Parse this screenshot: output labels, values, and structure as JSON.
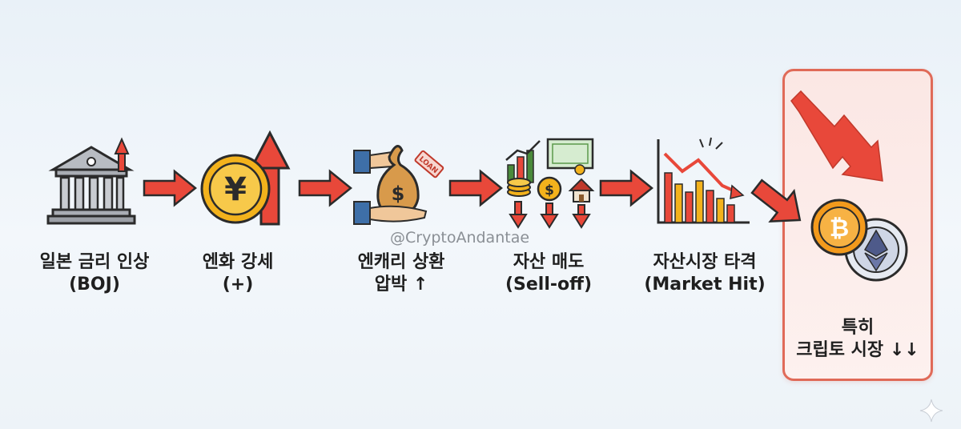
{
  "watermark": "@CryptoAndantae",
  "steps": [
    {
      "line1": "일본 금리 인상",
      "line2": "(BOJ)",
      "icon": "bank-building-icon"
    },
    {
      "line1": "엔화 강세",
      "line2": "(+)",
      "icon": "yen-coin-icon"
    },
    {
      "line1": "엔캐리 상환",
      "line2": "압박 ↑",
      "icon": "money-bag-loan-icon",
      "tag": "LOAN"
    },
    {
      "line1": "자산 매도",
      "line2": "(Sell-off)",
      "icon": "asset-selloff-icon"
    },
    {
      "line1": "자산시장 타격",
      "line2": "(Market Hit)",
      "icon": "falling-chart-icon"
    },
    {
      "line1": "특히",
      "line2": "크립토 시장 ↓↓",
      "icon": "crypto-coins-icon"
    }
  ],
  "colors": {
    "arrow_red": "#e8483a",
    "highlight_border": "#e06a58",
    "coin_gold": "#f3b21c",
    "text": "#1f1f1f"
  }
}
